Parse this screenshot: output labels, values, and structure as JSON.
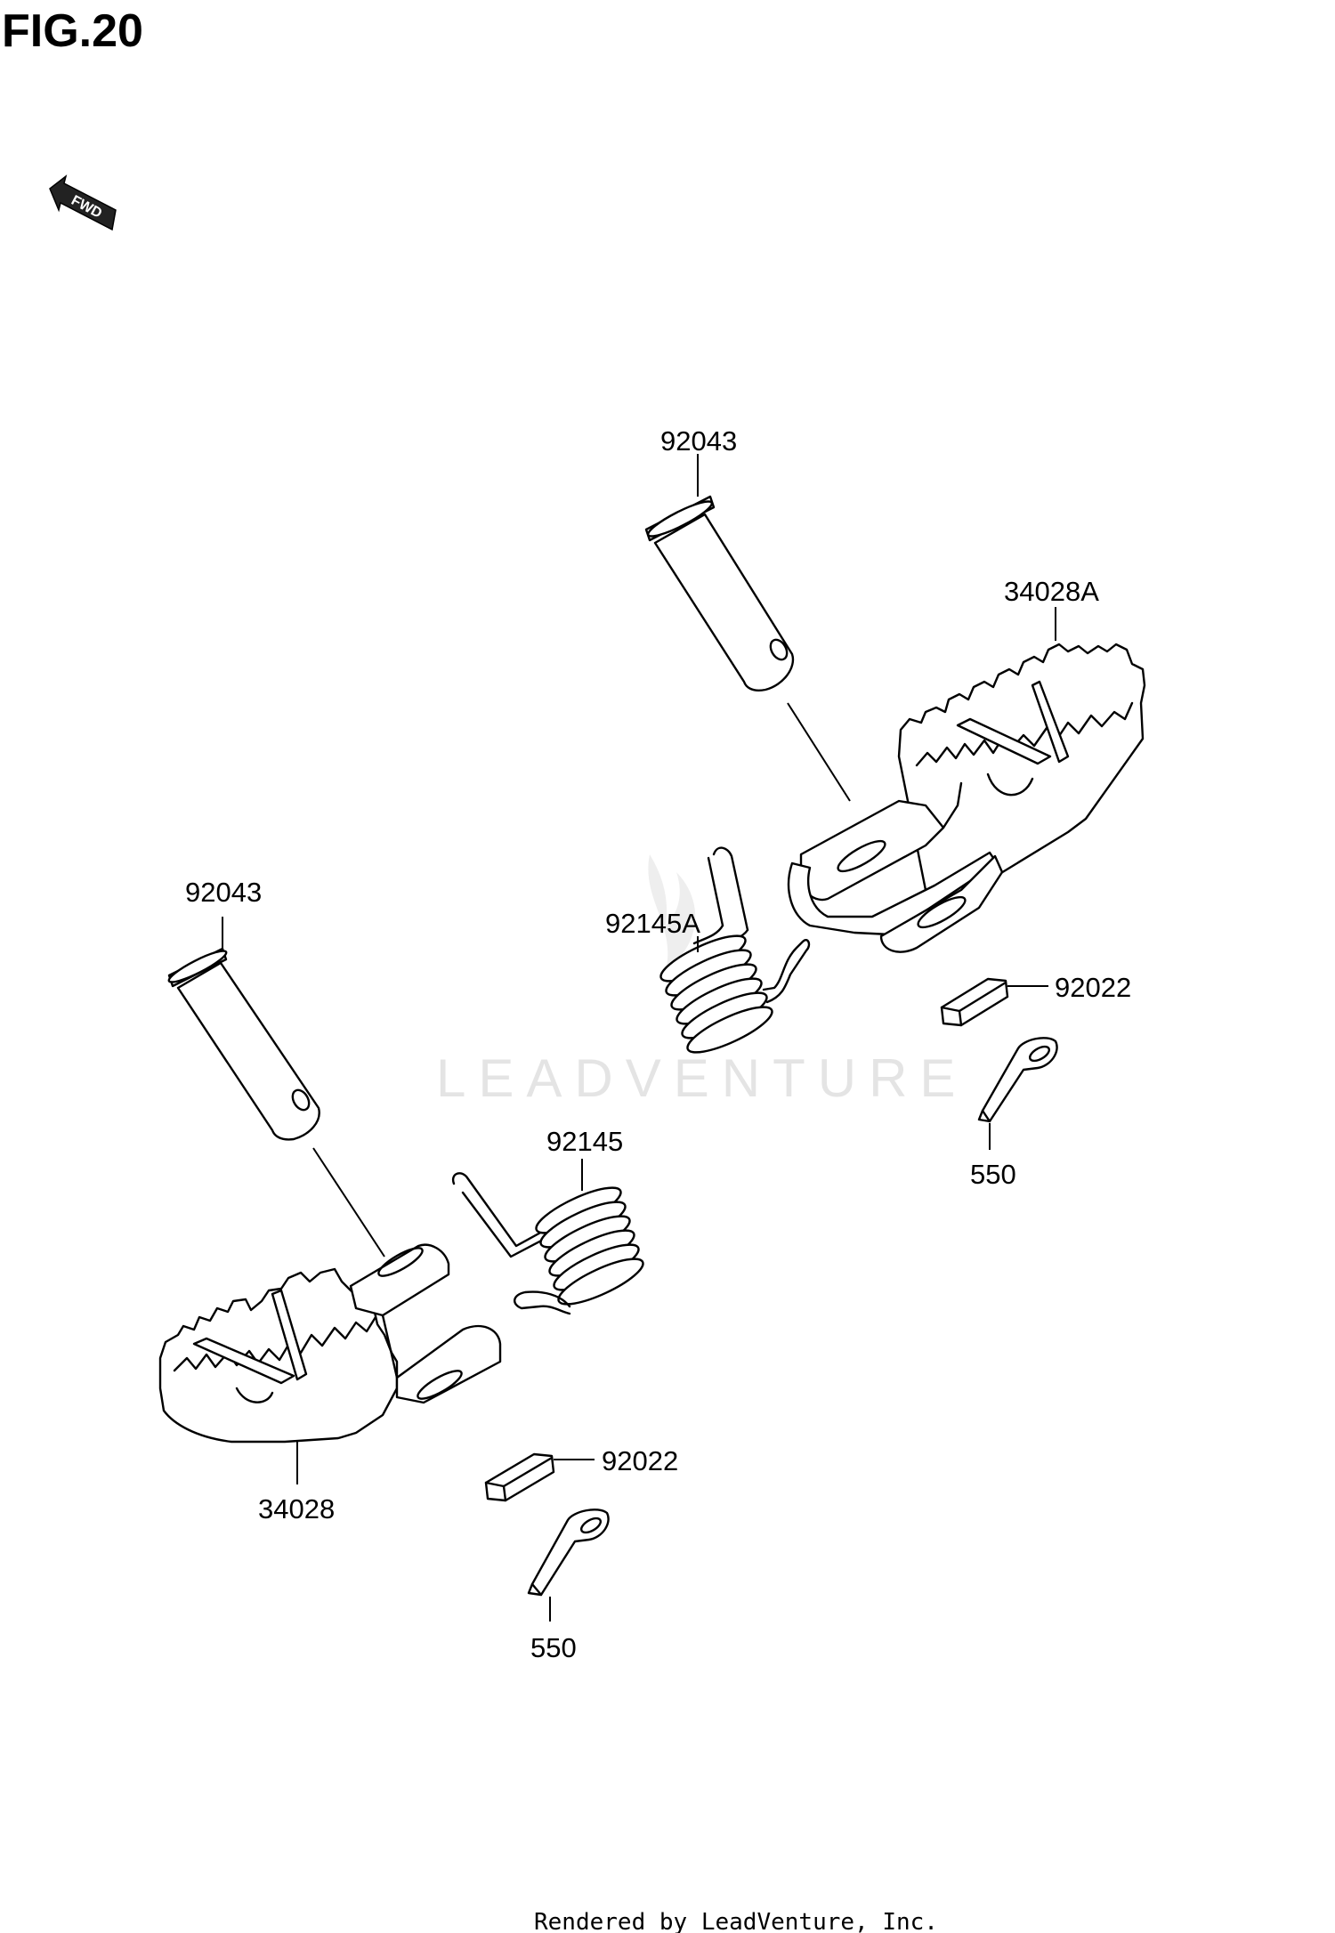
{
  "figure": {
    "title": "FIG.20"
  },
  "fwd_arrow": {
    "label": "FWD",
    "icon": "fwd-arrow-icon"
  },
  "watermark": "LEADVENTURE",
  "callouts": {
    "right_pin": "92043",
    "right_footpeg": "34028A",
    "right_spring": "92145A",
    "right_washer": "92022",
    "right_cotter": "550",
    "left_pin": "92043",
    "left_spring": "92145",
    "left_footpeg": "34028",
    "left_washer": "92022",
    "left_cotter": "550"
  },
  "footer": "Rendered by LeadVenture, Inc."
}
